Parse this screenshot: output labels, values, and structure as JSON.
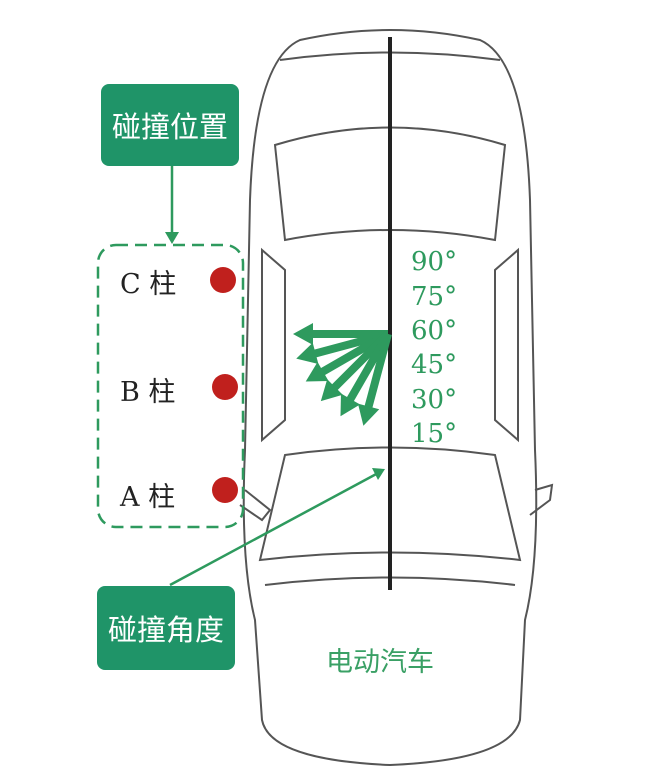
{
  "labels": {
    "collision_position": "碰撞位置",
    "collision_angle": "碰撞角度",
    "vehicle": "电动汽车"
  },
  "pillars": [
    "C 柱",
    "B 柱",
    "A 柱"
  ],
  "angles": [
    "90°",
    "75°",
    "60°",
    "45°",
    "30°",
    "15°"
  ],
  "colors": {
    "box": "#1f9468",
    "arrow": "#2e9a5e",
    "dot": "#c0201d"
  }
}
